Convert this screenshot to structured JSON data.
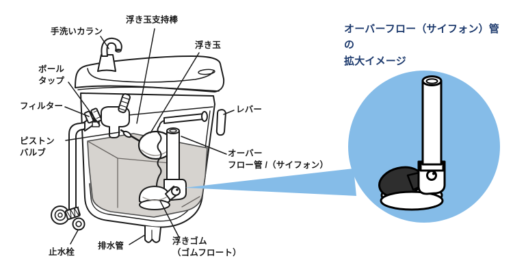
{
  "labels": {
    "hand_wash_faucet": "手洗いカラン",
    "float_ball_rod": "浮き玉支持棒",
    "float_ball": "浮き玉",
    "ball_tap": "ボール\nタップ",
    "filter": "フィルター",
    "lever": "レバー",
    "piston_valve": "ピストン\nバルブ",
    "overflow_pipe": "オーバー\nフロー管 /（サイフォン）",
    "stop_valve": "止水栓",
    "drain_pipe": "排水管",
    "float_rubber": "浮きゴム\n（ゴムフロート）"
  },
  "inset": {
    "title": "オーバーフロー（サイフォン）管の\n拡大イメージ"
  },
  "colors": {
    "accent_blue": "#85bce8",
    "title_navy": "#1d3a6d",
    "water_gray": "#d6d3cf",
    "float_black": "#2e2e2e",
    "line_black": "#1a1a1a"
  }
}
